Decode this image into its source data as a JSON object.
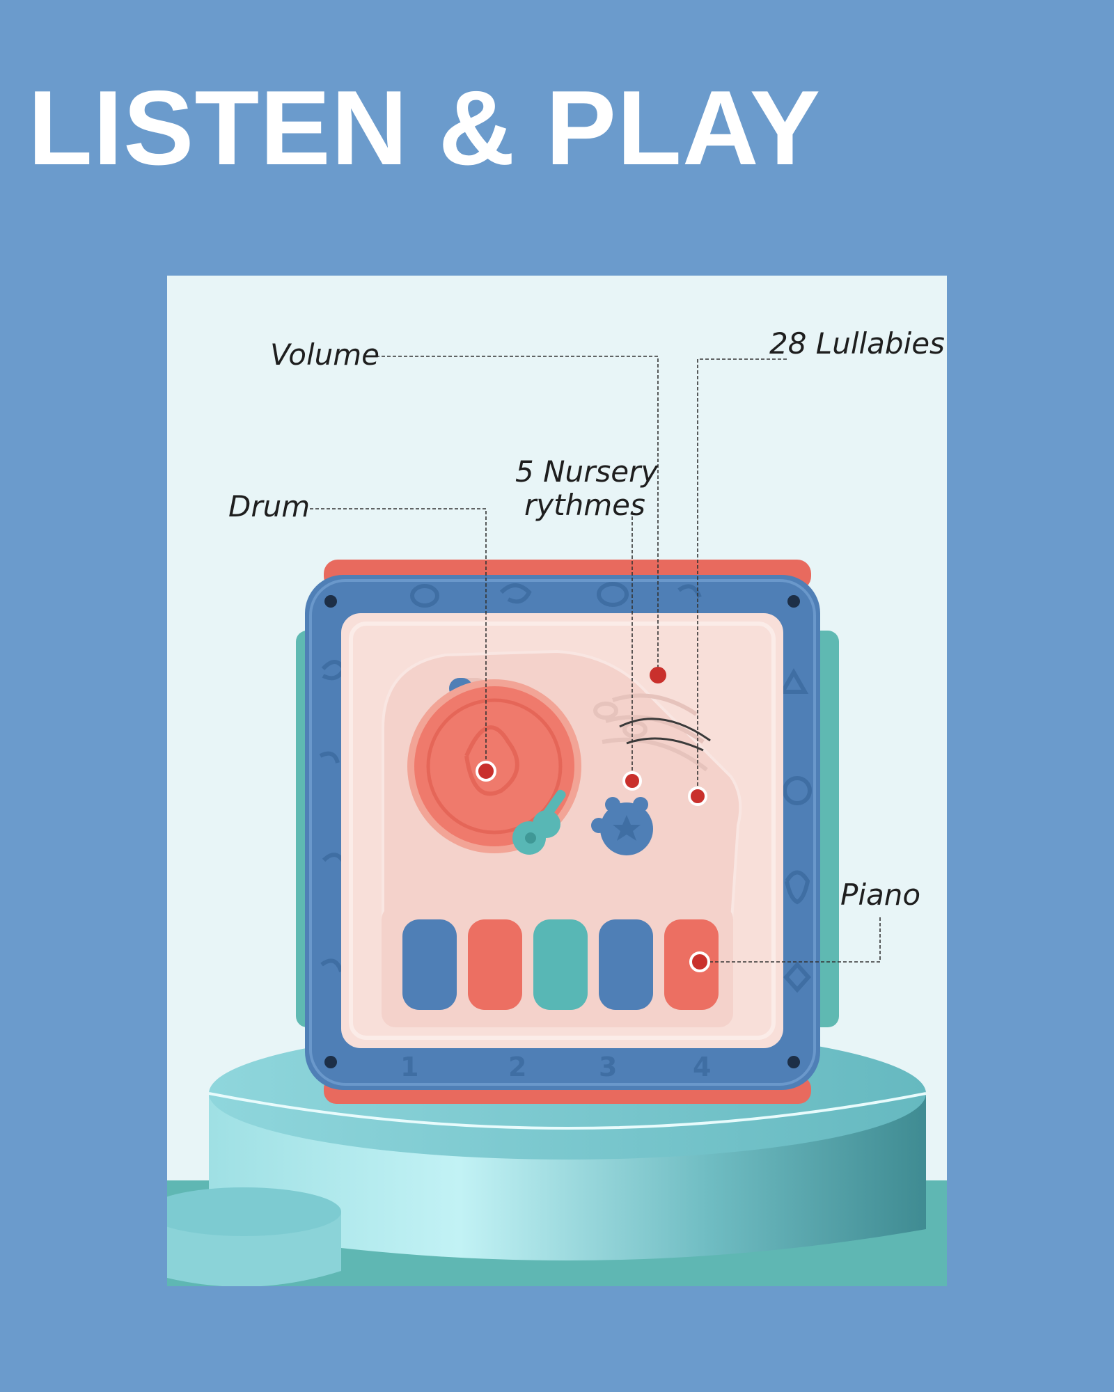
{
  "headline": "LISTEN & PLAY",
  "callouts": {
    "volume": "Volume",
    "lullabies": "28 Lullabies",
    "nursery_line1": "5 Nursery",
    "nursery_line2": "rythmes",
    "drum": "Drum",
    "piano": "Piano"
  },
  "embossed_numbers": [
    "1",
    "2",
    "3",
    "4"
  ],
  "colors": {
    "background": "#6b9bcc",
    "headline": "#ffffff",
    "toy_frame": "#4f7fb6",
    "toy_panel": "#f8dfd9",
    "drum": "#ef7a6c",
    "key_blue": "#4f7fb6",
    "key_coral": "#ec6f62",
    "key_teal": "#58b7b5",
    "marker_dot": "#c9302c",
    "pedestal": "#7fcfd4"
  }
}
